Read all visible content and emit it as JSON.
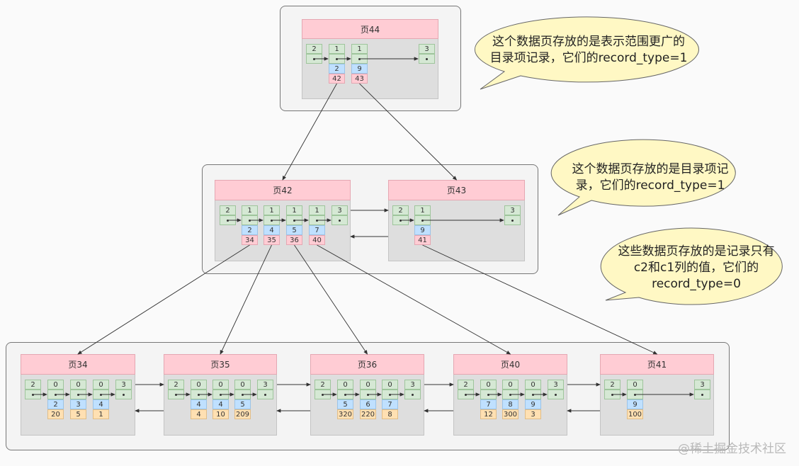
{
  "pages": {
    "p44": {
      "title": "页44",
      "level": "top",
      "records": [
        {
          "type": "2"
        },
        {
          "type": "1",
          "key": "2",
          "val": "42",
          "valKind": "page"
        },
        {
          "type": "1",
          "key": "9",
          "val": "43",
          "valKind": "page"
        },
        {
          "type": "3"
        }
      ]
    },
    "p42": {
      "title": "页42",
      "level": "mid",
      "records": [
        {
          "type": "2"
        },
        {
          "type": "1",
          "key": "2",
          "val": "34",
          "valKind": "page"
        },
        {
          "type": "1",
          "key": "4",
          "val": "35",
          "valKind": "page"
        },
        {
          "type": "1",
          "key": "5",
          "val": "36",
          "valKind": "page"
        },
        {
          "type": "1",
          "key": "7",
          "val": "40",
          "valKind": "page"
        },
        {
          "type": "3"
        }
      ]
    },
    "p43": {
      "title": "页43",
      "level": "mid",
      "records": [
        {
          "type": "2"
        },
        {
          "type": "1",
          "key": "9",
          "val": "41",
          "valKind": "page"
        },
        {
          "type": "3"
        }
      ]
    },
    "p34": {
      "title": "页34",
      "level": "leaf",
      "records": [
        {
          "type": "2"
        },
        {
          "type": "0",
          "key": "2",
          "val": "20",
          "valKind": "data"
        },
        {
          "type": "0",
          "key": "3",
          "val": "5",
          "valKind": "data"
        },
        {
          "type": "0",
          "key": "4",
          "val": "1",
          "valKind": "data"
        },
        {
          "type": "3"
        }
      ]
    },
    "p35": {
      "title": "页35",
      "level": "leaf",
      "records": [
        {
          "type": "2"
        },
        {
          "type": "0",
          "key": "4",
          "val": "4",
          "valKind": "data"
        },
        {
          "type": "0",
          "key": "4",
          "val": "10",
          "valKind": "data"
        },
        {
          "type": "0",
          "key": "5",
          "val": "209",
          "valKind": "data"
        },
        {
          "type": "3"
        }
      ]
    },
    "p36": {
      "title": "页36",
      "level": "leaf",
      "records": [
        {
          "type": "2"
        },
        {
          "type": "0",
          "key": "5",
          "val": "320",
          "valKind": "data"
        },
        {
          "type": "0",
          "key": "6",
          "val": "220",
          "valKind": "data"
        },
        {
          "type": "0",
          "key": "7",
          "val": "8",
          "valKind": "data"
        },
        {
          "type": "3"
        }
      ]
    },
    "p40": {
      "title": "页40",
      "level": "leaf",
      "records": [
        {
          "type": "2"
        },
        {
          "type": "0",
          "key": "7",
          "val": "12",
          "valKind": "data"
        },
        {
          "type": "0",
          "key": "8",
          "val": "300",
          "valKind": "data"
        },
        {
          "type": "0",
          "key": "9",
          "val": "3",
          "valKind": "data"
        },
        {
          "type": "3"
        }
      ]
    },
    "p41": {
      "title": "页41",
      "level": "leaf",
      "records": [
        {
          "type": "2"
        },
        {
          "type": "0",
          "key": "9",
          "val": "100",
          "valKind": "data"
        },
        {
          "type": "3"
        }
      ]
    }
  },
  "callouts": {
    "top": "这个数据页存放的是表示范围更广的目录项记录，它们的record_type=1",
    "mid": "这个数据页存放的是目录项记录，它们的record_type=1",
    "leaf": "这些数据页存放的是记录只有c2和c1列的值，它们的record_type=0"
  },
  "callout_lines": {
    "top": [
      "这个数据页存放的是表示范围更广的",
      "目录项记录，它们的record_type=1"
    ],
    "mid": [
      "这个数据页存放的是目录项记",
      "录，它们的record_type=1"
    ],
    "leaf": [
      "这些数据页存放的是记录只有",
      "c2和c1列的值，它们的",
      "record_type=0"
    ]
  },
  "watermark": "@稀土掘金技术社区",
  "colors": {
    "header": "#ffccd4",
    "record": "#d5e8d4",
    "key": "#bfe0ff",
    "page_pointer": "#ffccd4",
    "data_value": "#ffe0b2",
    "bubble": "#fff8c4"
  }
}
